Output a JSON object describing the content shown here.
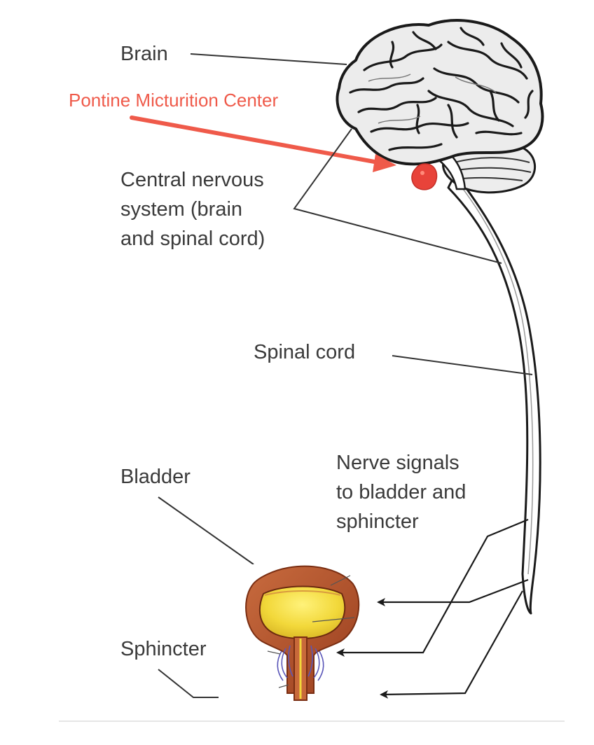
{
  "diagram": {
    "labels": {
      "brain": "Brain",
      "pmc": "Pontine Micturition Center",
      "cns_line1": "Central nervous",
      "cns_line2": "system (brain",
      "cns_line3": "and spinal cord)",
      "spinal_cord": "Spinal cord",
      "nerve_line1": "Nerve signals",
      "nerve_line2": "to bladder and",
      "nerve_line3": "sphincter",
      "bladder": "Bladder",
      "sphincter": "Sphincter"
    },
    "colors": {
      "accent": "#ef5a4a",
      "text": "#3a3a3a",
      "line": "#222222",
      "bladder_wall": "#b9552d",
      "urine": "#f0d53a"
    },
    "icons": [
      "brain-icon",
      "spinal-cord-icon",
      "pontine-center-marker-icon",
      "bladder-icon",
      "sphincter-icon"
    ]
  }
}
